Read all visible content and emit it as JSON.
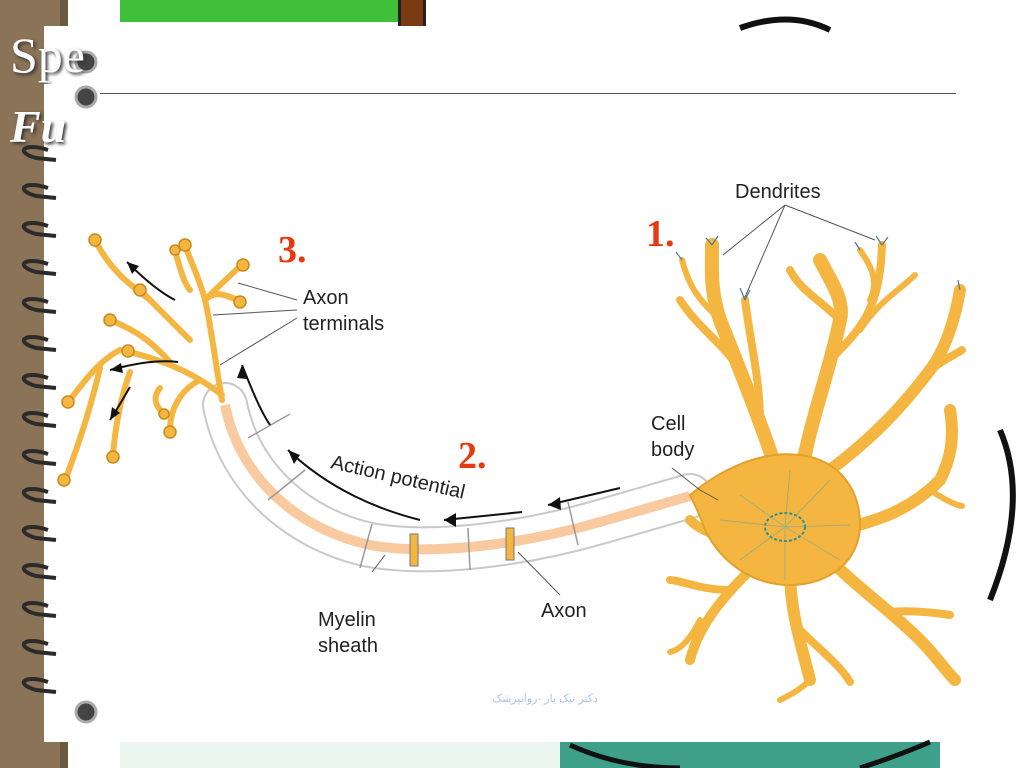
{
  "slide": {
    "title": "Spe",
    "subtitle": "Fu",
    "footer": "دکتر نیک یار -روانپزشک"
  },
  "diagram": {
    "labels": {
      "dendrites": "Dendrites",
      "axon_terminals_1": "Axon",
      "axon_terminals_2": "terminals",
      "action_potential": "Action potential",
      "cell_body_1": "Cell",
      "cell_body_2": "body",
      "myelin_1": "Myelin",
      "myelin_2": "sheath",
      "axon": "Axon"
    },
    "steps": [
      "1.",
      "2.",
      "3."
    ]
  },
  "colors": {
    "neuron_fill": "#f5b641",
    "neuron_stroke": "#c78a1a",
    "step_number": "#e8380d",
    "axon_core": "#f9c9a0"
  }
}
